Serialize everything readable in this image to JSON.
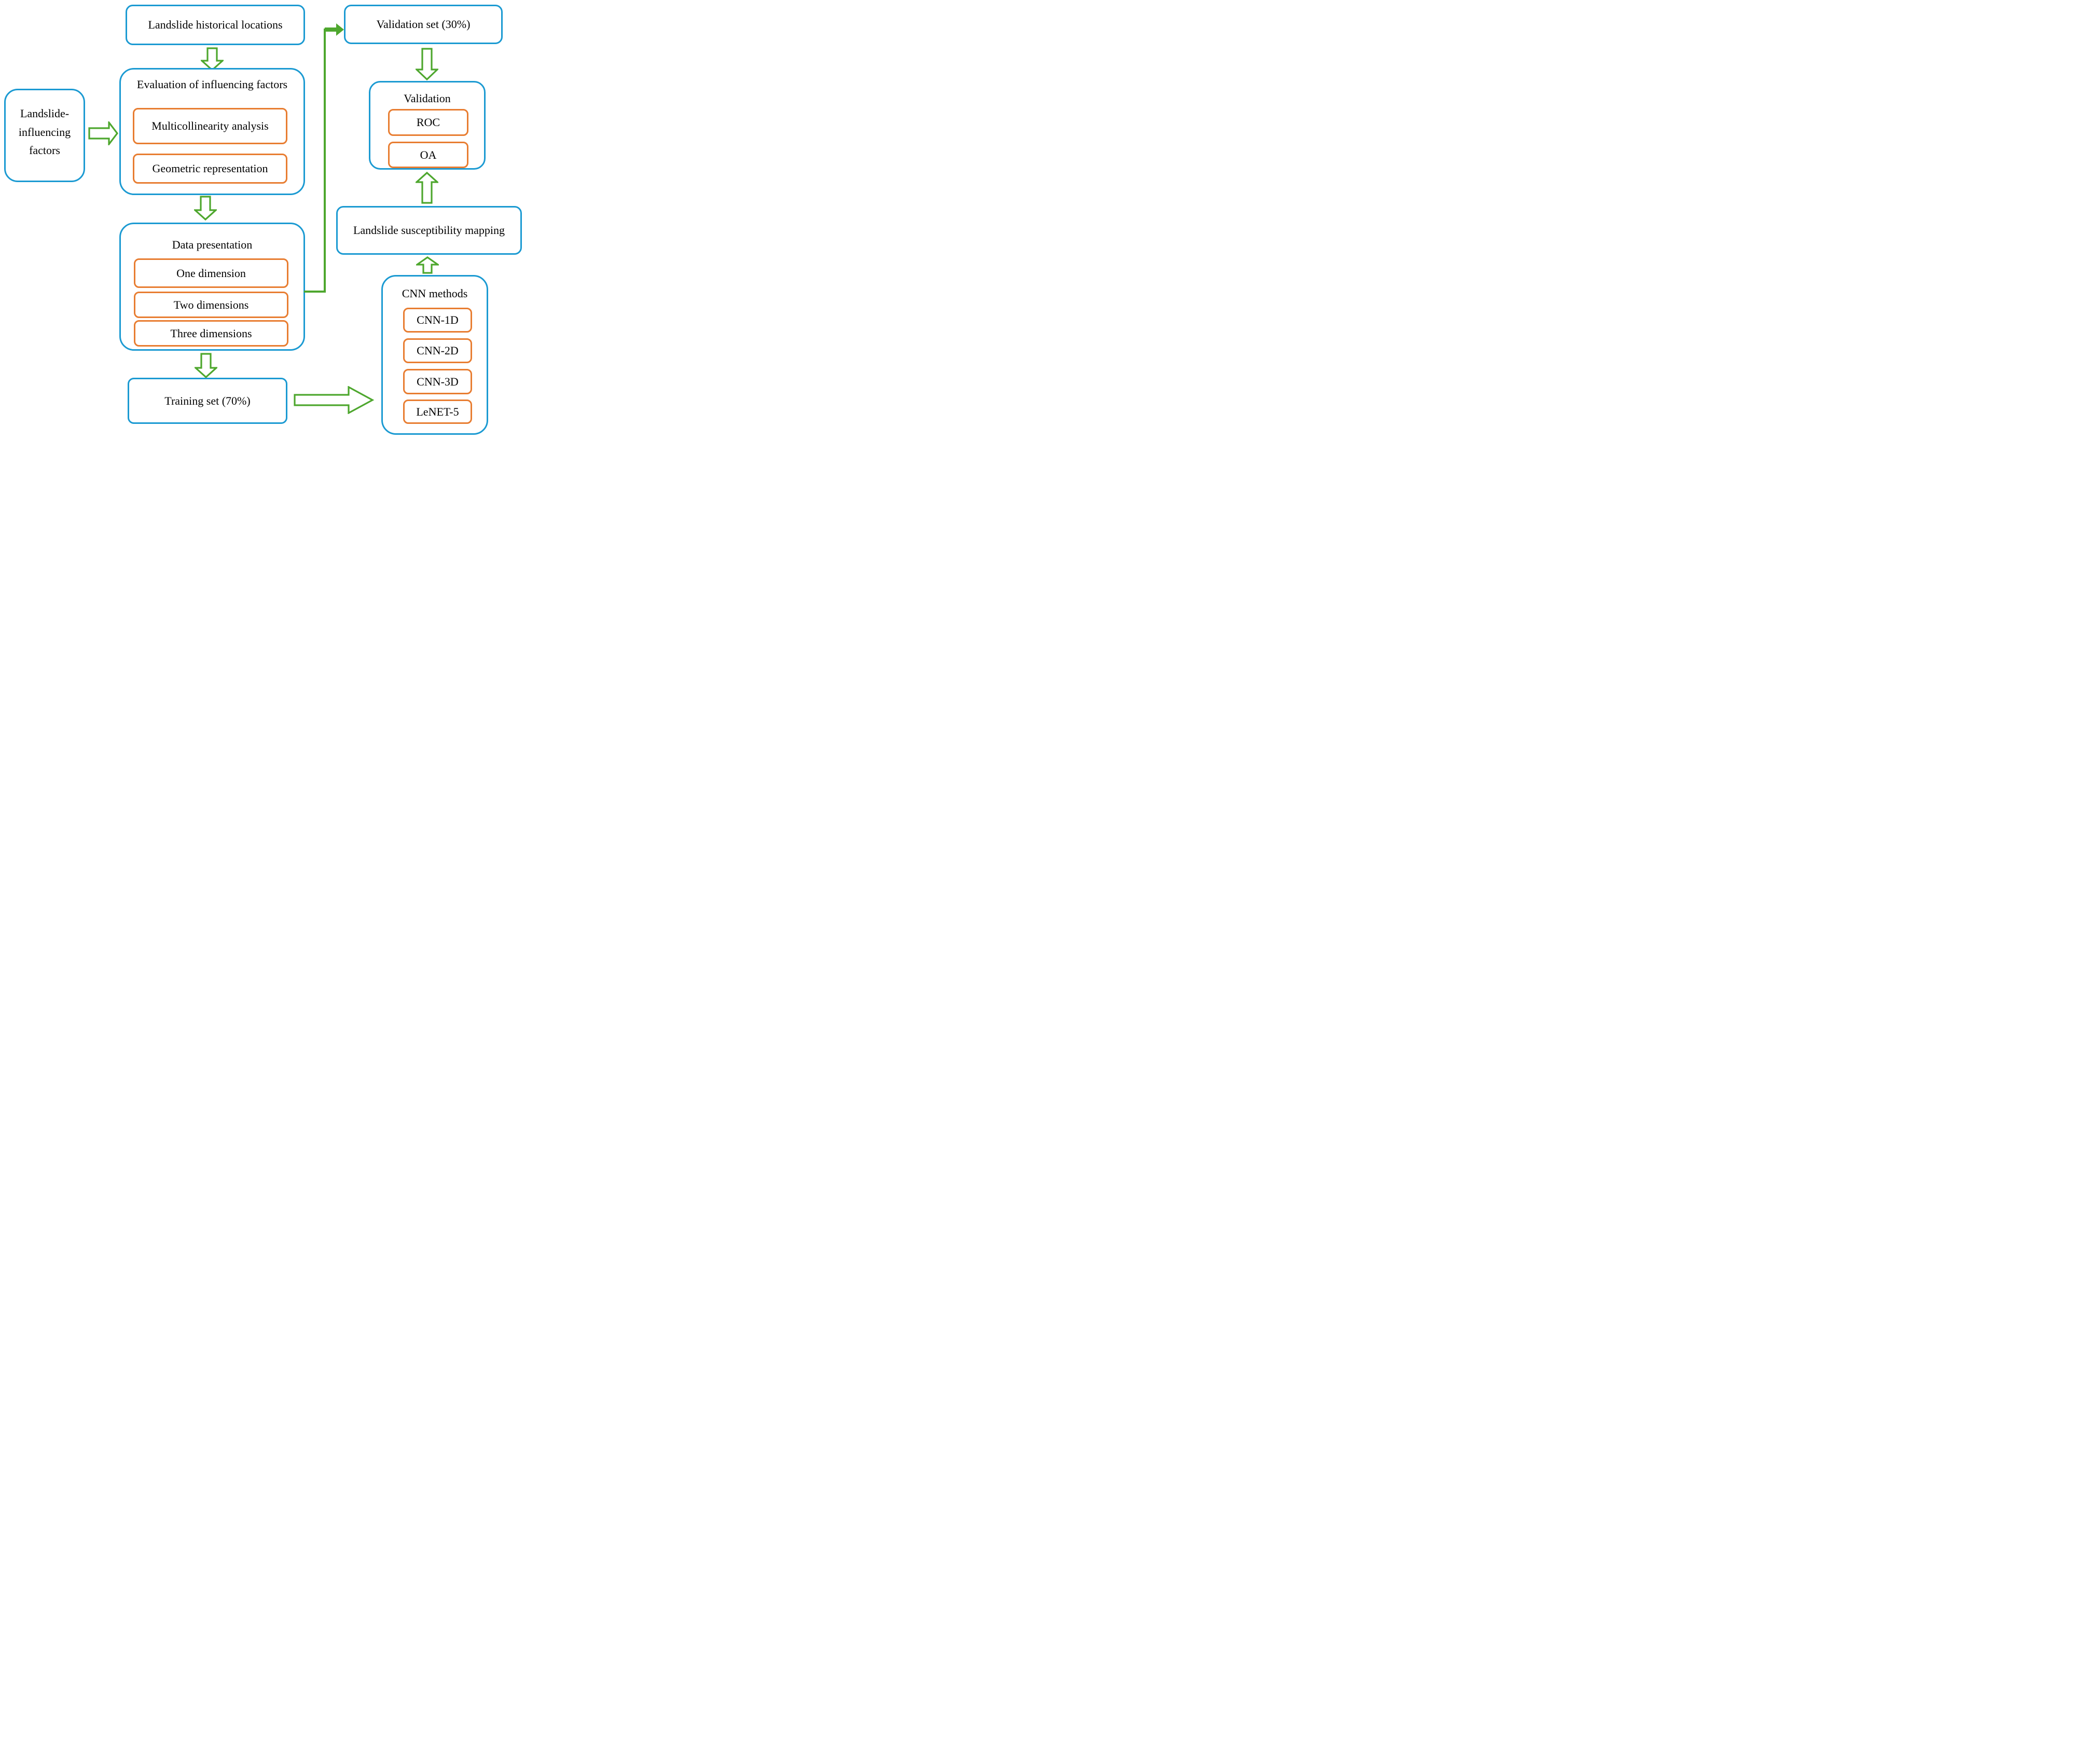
{
  "diagram": {
    "title_hint": "Landslide susceptibility CNN workflow flowchart",
    "colors": {
      "box_border": "#1b9ad2",
      "inner_border": "#e87d31",
      "arrow": "#4ea72e",
      "text": "#000000",
      "background": "#ffffff"
    },
    "nodes": {
      "historical": {
        "label": "Landslide historical locations"
      },
      "influencing": {
        "lines": [
          "Landslide-",
          "influencing",
          "factors"
        ]
      },
      "evaluation": {
        "title": "Evaluation of influencing factors",
        "items": [
          "Multicollinearity analysis",
          "Geometric representation"
        ]
      },
      "data_presentation": {
        "title": "Data presentation",
        "items": [
          "One dimension",
          "Two dimensions",
          "Three dimensions"
        ]
      },
      "training": {
        "label": "Training set (70%)"
      },
      "validation_set": {
        "label": "Validation set (30%)"
      },
      "validation": {
        "title": "Validation",
        "items": [
          "ROC",
          "OA"
        ]
      },
      "mapping": {
        "label": "Landslide susceptibility mapping"
      },
      "cnn": {
        "title": "CNN methods",
        "items": [
          "CNN-1D",
          "CNN-2D",
          "CNN-3D",
          "LeNET-5"
        ]
      }
    }
  }
}
